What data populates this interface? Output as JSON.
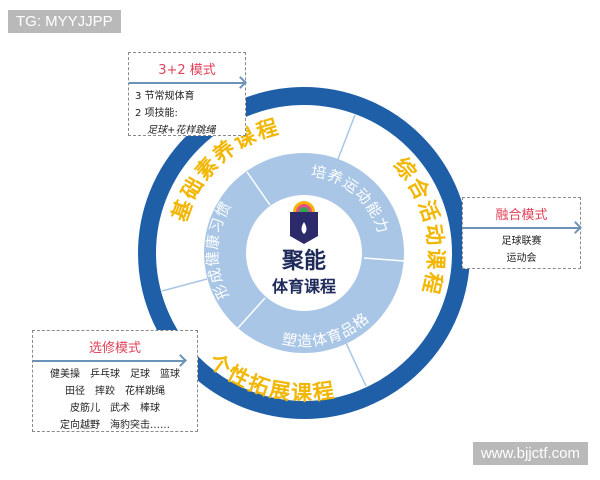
{
  "watermark_top": "TG: MYYJJPP",
  "watermark_bottom": "www.bjjctf.com",
  "colors": {
    "outer_ring": "#1f5fa8",
    "inner_disk": "#a9c6e6",
    "ring_text": "#f2b705",
    "box_title": "#e0435a"
  },
  "center": {
    "line1": "聚能",
    "line2": "体育课程",
    "logo": "rainbow-hexagon-logo"
  },
  "outer_labels": [
    "基础素养课程",
    "综合活动课程",
    "个性拓展课程"
  ],
  "inner_labels": [
    "培养运动能力",
    "塑造体育品格",
    "形成健康习惯"
  ],
  "box_32": {
    "title": "3+2 模式",
    "lines": [
      "3 节常规体育",
      "2 项技能:",
      "足球+花样跳绳"
    ]
  },
  "box_fusion": {
    "title": "融合模式",
    "lines": [
      "足球联赛",
      "运动会"
    ]
  },
  "box_elective": {
    "title": "选修模式",
    "lines": [
      "健美操　乒乓球　足球　篮球",
      "田径　摔跤　花样跳绳",
      "皮筋儿　武术　棒球",
      "定向越野　海豹突击……"
    ]
  }
}
